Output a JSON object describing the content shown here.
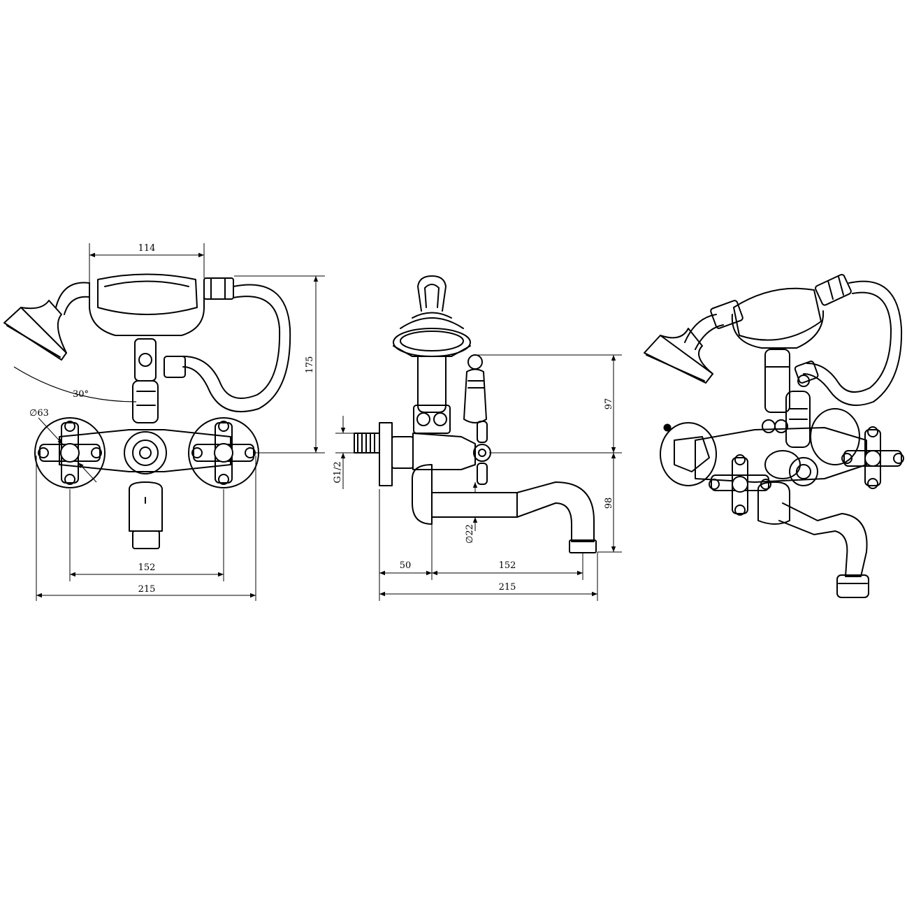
{
  "dimensions": {
    "front_top_width": "114",
    "front_height": "175",
    "handshower_angle": "30°",
    "rosette_diameter": "∅63",
    "front_center_distance": "152",
    "front_overall_width": "215",
    "side_upper_height": "97",
    "side_lower_height": "98",
    "side_thread": "G1/2",
    "side_spout_diameter": "∅22",
    "side_wall_offset": "50",
    "side_spout_reach": "152",
    "side_overall_width": "215"
  },
  "colors": {
    "line": "#000000",
    "background": "#ffffff"
  }
}
